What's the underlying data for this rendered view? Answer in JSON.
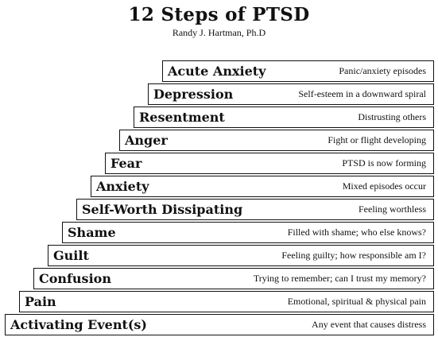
{
  "title": "12 Steps of PTSD",
  "author": "Randy J. Hartman, Ph.D",
  "steps": [
    {
      "name": "Acute Anxiety",
      "description": "Panic/anxiety episodes"
    },
    {
      "name": "Depression",
      "description": "Self-esteem in a downward spiral"
    },
    {
      "name": "Resentment",
      "description": "Distrusting others"
    },
    {
      "name": "Anger",
      "description": "Fight or flight developing"
    },
    {
      "name": "Fear",
      "description": "PTSD is now forming"
    },
    {
      "name": "Anxiety",
      "description": "Mixed episodes occur"
    },
    {
      "name": "Self-Worth Dissipating",
      "description": "Feeling worthless"
    },
    {
      "name": "Shame",
      "description": "Filled with shame; who else knows?"
    },
    {
      "name": "Guilt",
      "description": "Feeling guilty; how responsible am I?"
    },
    {
      "name": "Confusion",
      "description": "Trying to remember; can I trust my memory?"
    },
    {
      "name": "Pain",
      "description": "Emotional, spiritual & physical pain"
    },
    {
      "name": "Activating Event(s)",
      "description": "Any event that causes distress"
    }
  ]
}
